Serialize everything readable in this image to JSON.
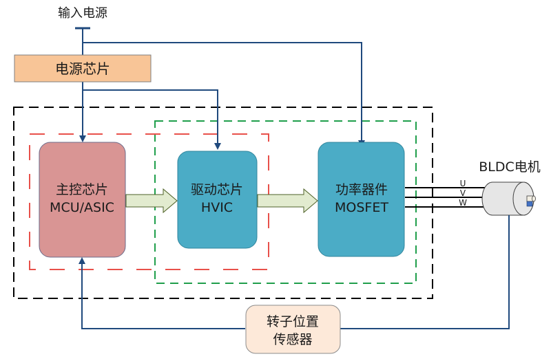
{
  "title": "BLDC电机驱动系统框图",
  "input_power": {
    "label": "输入电源"
  },
  "power_chip": {
    "label": "电源芯片",
    "fill": "#F8C597",
    "stroke": "#7f7f7f"
  },
  "mcu": {
    "line1": "主控芯片",
    "line2": "MCU/ASIC",
    "fill": "#D99594",
    "stroke": "#6b6b8a"
  },
  "driver": {
    "line1": "驱动芯片",
    "line2": "HVIC",
    "fill": "#4BACC6",
    "stroke": "#31859C"
  },
  "mosfet": {
    "line1": "功率器件",
    "line2": "MOSFET",
    "fill": "#4BACC6",
    "stroke": "#31859C"
  },
  "sensor": {
    "line1": "转子位置",
    "line2": "传感器",
    "fill": "#FDE9D9",
    "stroke": "#8c8c8c"
  },
  "motor": {
    "label": "BLDC电机",
    "phases": [
      "U",
      "V",
      "W"
    ],
    "body_fill": "#E6E6E6",
    "shaft_key_fill": "#4472C4"
  },
  "groups": {
    "outer_box": {
      "color": "#000000"
    },
    "red_box": {
      "color": "#E8504A"
    },
    "green_box": {
      "color": "#1E9E4A"
    }
  },
  "colors": {
    "connector": "#1F497D",
    "arrow_fill": "#E2EBCF",
    "arrow_stroke": "#4F6228",
    "phase_wire": "#000000"
  }
}
